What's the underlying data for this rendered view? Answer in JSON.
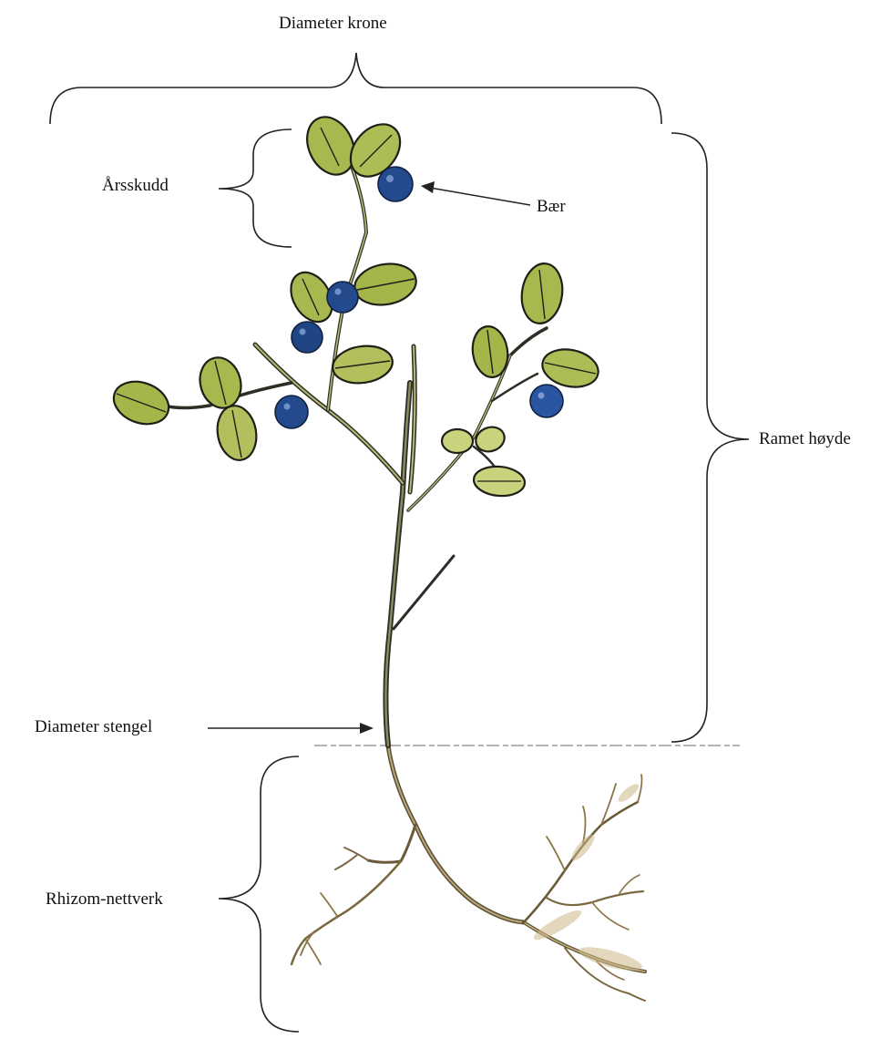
{
  "labels": {
    "diameter_krone": "Diameter krone",
    "arsskudd": "Årsskudd",
    "baer": "Bær",
    "ramet_hoyde": "Ramet høyde",
    "diameter_stengel": "Diameter stengel",
    "rhizom_nettverk": "Rhizom-nettverk"
  },
  "colors": {
    "leaf": "#a9b84e",
    "leaf_light": "#c9d27c",
    "berry": "#234a8c",
    "stem": "#3a3a30",
    "root": "#8a7448",
    "line": "#222222"
  }
}
